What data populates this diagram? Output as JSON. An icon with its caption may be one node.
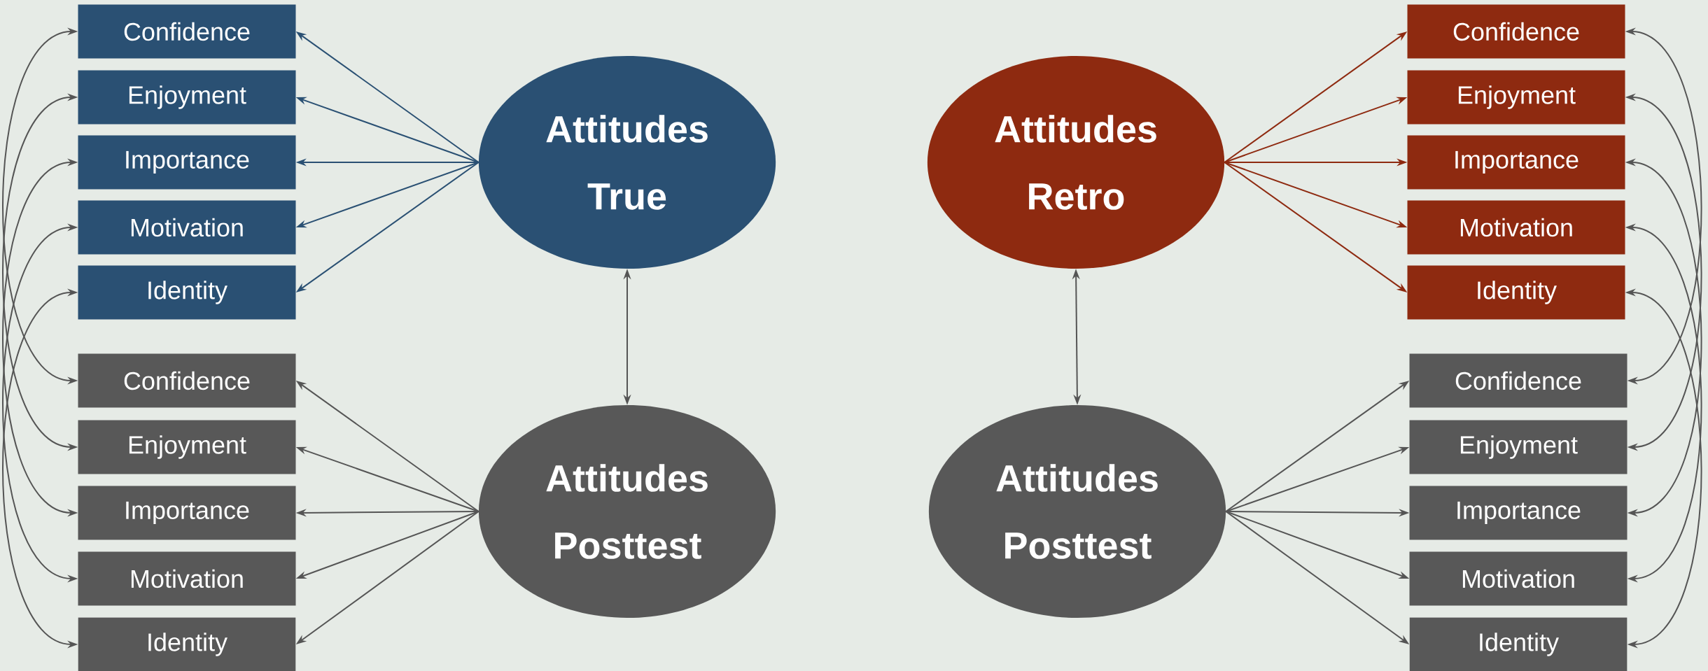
{
  "diagram": {
    "nodes": [
      {
        "text": [
          "Confidence"
        ]
      },
      {
        "text": [
          "Enjoyment"
        ]
      },
      {
        "text": [
          "Importance"
        ]
      },
      {
        "text": [
          "Motivation"
        ]
      },
      {
        "text": [
          "Identity"
        ]
      },
      {
        "text": [
          "Attitudes True"
        ]
      },
      {
        "text": [
          "Attitudes Retro"
        ]
      },
      {
        "text": [
          "Confidence"
        ]
      },
      {
        "text": [
          "Enjoyment"
        ]
      },
      {
        "text": [
          "Importance"
        ]
      },
      {
        "text": [
          "Motivation"
        ]
      },
      {
        "text": [
          "Identity"
        ]
      },
      {
        "text": [
          "Confidence"
        ]
      },
      {
        "text": [
          "Enjoyment"
        ]
      },
      {
        "text": [
          "Importance"
        ]
      },
      {
        "text": [
          "Motivation"
        ]
      },
      {
        "text": [
          "Identity"
        ]
      },
      {
        "text": [
          "Attitudes Posttest"
        ]
      },
      {
        "text": [
          "Attitudes Posttest"
        ]
      },
      {
        "text": [
          "Confidence"
        ]
      },
      {
        "text": [
          "Enjoyment"
        ]
      },
      {
        "text": [
          "Importance"
        ]
      },
      {
        "text": [
          "Motivation"
        ]
      },
      {
        "text": [
          "Identity"
        ]
      }
    ],
    "edges": [
      {
        "from": 5,
        "to": 0,
        "arrow": "to",
        "color": "#2a5073"
      },
      {
        "from": 5,
        "to": 1,
        "arrow": "to",
        "color": "#2a5073"
      },
      {
        "from": 5,
        "to": 2,
        "arrow": "to",
        "color": "#2a5073"
      },
      {
        "from": 5,
        "to": 3,
        "arrow": "to",
        "color": "#2a5073"
      },
      {
        "from": 5,
        "to": 4,
        "arrow": "to",
        "color": "#2a5073"
      },
      {
        "from": 6,
        "to": 7,
        "arrow": "to",
        "color": "#8e2a10"
      },
      {
        "from": 6,
        "to": 8,
        "arrow": "to",
        "color": "#8e2a10"
      },
      {
        "from": 6,
        "to": 9,
        "arrow": "to",
        "color": "#8e2a10"
      },
      {
        "from": 6,
        "to": 10,
        "arrow": "to",
        "color": "#8e2a10"
      },
      {
        "from": 6,
        "to": 11,
        "arrow": "to",
        "color": "#8e2a10"
      },
      {
        "from": 5,
        "to": 17,
        "arrow": "both"
      },
      {
        "from": 6,
        "to": 18,
        "arrow": "both"
      },
      {
        "from": 17,
        "to": 12,
        "arrow": "to"
      },
      {
        "from": 17,
        "to": 13,
        "arrow": "to"
      },
      {
        "from": 17,
        "to": 14,
        "arrow": "to"
      },
      {
        "from": 17,
        "to": 15,
        "arrow": "to"
      },
      {
        "from": 17,
        "to": 16,
        "arrow": "to"
      },
      {
        "from": 18,
        "to": 19,
        "arrow": "to"
      },
      {
        "from": 18,
        "to": 20,
        "arrow": "to"
      },
      {
        "from": 18,
        "to": 21,
        "arrow": "to"
      },
      {
        "from": 18,
        "to": 22,
        "arrow": "to"
      },
      {
        "from": 18,
        "to": 23,
        "arrow": "to"
      },
      {
        "from": 0,
        "to": 12,
        "arrow": "both"
      },
      {
        "from": 1,
        "to": 13,
        "arrow": "both"
      },
      {
        "from": 2,
        "to": 14,
        "arrow": "both"
      },
      {
        "from": 3,
        "to": 15,
        "arrow": "both"
      },
      {
        "from": 4,
        "to": 16,
        "arrow": "both"
      },
      {
        "from": 7,
        "to": 19,
        "arrow": "both"
      },
      {
        "from": 8,
        "to": 20,
        "arrow": "both"
      },
      {
        "from": 9,
        "to": 21,
        "arrow": "both"
      },
      {
        "from": 10,
        "to": 22,
        "arrow": "both"
      },
      {
        "from": 11,
        "to": 23,
        "arrow": "both"
      }
    ]
  }
}
